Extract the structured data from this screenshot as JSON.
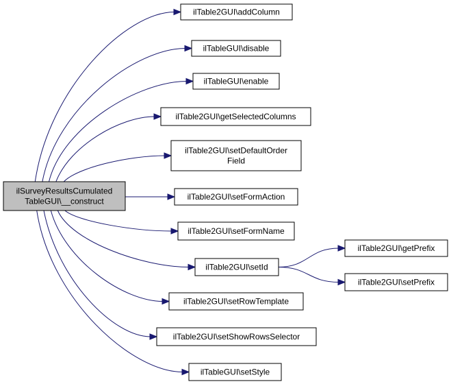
{
  "colors": {
    "edge": "#191970",
    "root_fill": "#bfbfbf",
    "node_fill": "#ffffff",
    "node_border": "#000000"
  },
  "nodes": {
    "root": [
      "ilSurveyResultsCumulated",
      "TableGUI\\__construct"
    ],
    "addColumn": [
      "ilTable2GUI\\addColumn"
    ],
    "disable": [
      "ilTableGUI\\disable"
    ],
    "enable": [
      "ilTableGUI\\enable"
    ],
    "getSelectedColumns": [
      "ilTable2GUI\\getSelectedColumns"
    ],
    "setDefaultOrderField": [
      "ilTable2GUI\\setDefaultOrder",
      "Field"
    ],
    "setFormAction": [
      "ilTable2GUI\\setFormAction"
    ],
    "setFormName": [
      "ilTable2GUI\\setFormName"
    ],
    "setId": [
      "ilTable2GUI\\setId"
    ],
    "setRowTemplate": [
      "ilTable2GUI\\setRowTemplate"
    ],
    "setShowRowsSelector": [
      "ilTable2GUI\\setShowRowsSelector"
    ],
    "setStyle": [
      "ilTableGUI\\setStyle"
    ],
    "getPrefix": [
      "ilTable2GUI\\getPrefix"
    ],
    "setPrefix": [
      "ilTable2GUI\\setPrefix"
    ]
  },
  "edges": [
    [
      "root",
      "addColumn"
    ],
    [
      "root",
      "disable"
    ],
    [
      "root",
      "enable"
    ],
    [
      "root",
      "getSelectedColumns"
    ],
    [
      "root",
      "setDefaultOrderField"
    ],
    [
      "root",
      "setFormAction"
    ],
    [
      "root",
      "setFormName"
    ],
    [
      "root",
      "setId"
    ],
    [
      "root",
      "setRowTemplate"
    ],
    [
      "root",
      "setShowRowsSelector"
    ],
    [
      "root",
      "setStyle"
    ],
    [
      "setId",
      "getPrefix"
    ],
    [
      "setId",
      "setPrefix"
    ]
  ]
}
